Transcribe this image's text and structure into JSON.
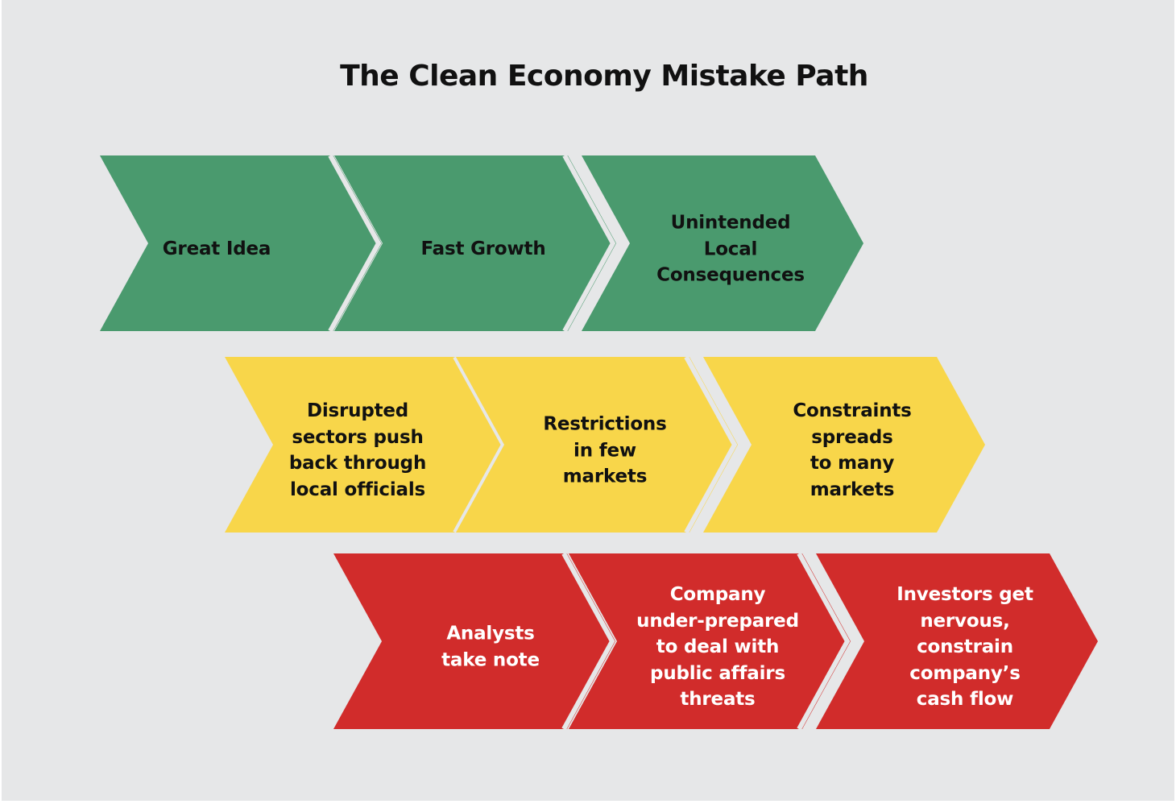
{
  "title": "The Clean Economy Mistake Path",
  "colors": {
    "background": "#e6e7e8",
    "green": "#4a9a6e",
    "yellow": "#f8d64a",
    "red": "#d12c2b",
    "separator": "#e6e7e8",
    "dark_text": "#111111",
    "light_text": "#ffffff"
  },
  "rows": [
    {
      "stage": "green",
      "steps": [
        {
          "label": "Great Idea"
        },
        {
          "label": "Fast Growth"
        },
        {
          "label": "Unintended\nLocal\nConsequences"
        }
      ]
    },
    {
      "stage": "yellow",
      "steps": [
        {
          "label": "Disrupted\nsectors push\nback through\nlocal officials"
        },
        {
          "label": "Restrictions\nin few\nmarkets"
        },
        {
          "label": "Constraints\nspreads\nto many\nmarkets"
        }
      ]
    },
    {
      "stage": "red",
      "steps": [
        {
          "label": "Analysts\ntake note"
        },
        {
          "label": "Company\nunder-prepared\nto deal with\npublic affairs\nthreats"
        },
        {
          "label": "Investors get\nnervous,\nconstrain\ncompany’s\ncash flow"
        }
      ]
    }
  ]
}
